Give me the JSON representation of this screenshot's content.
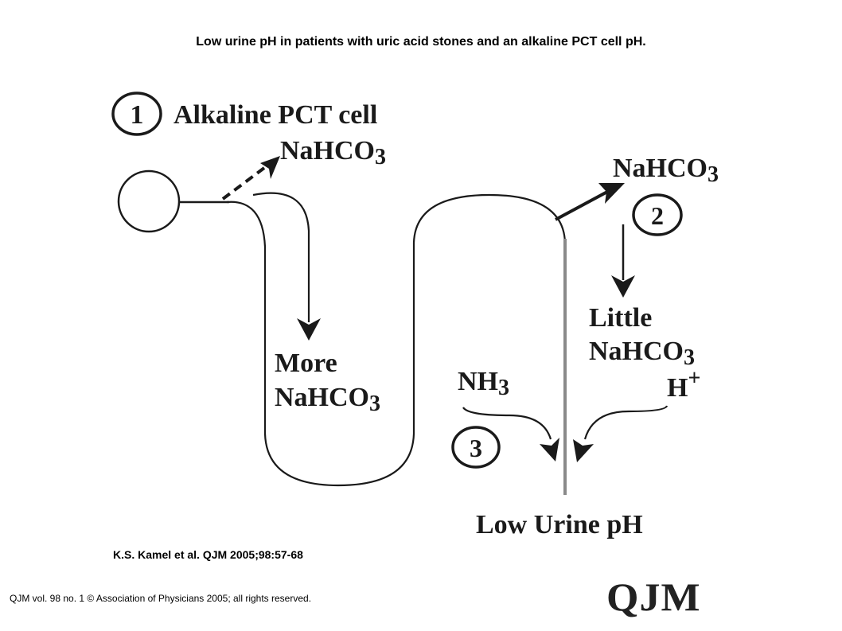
{
  "title": "Low urine pH in patients with uric acid stones and an alkaline PCT cell pH.",
  "steps": {
    "step1": {
      "number": "1",
      "label": "Alkaline PCT cell"
    },
    "step2": {
      "number": "2"
    },
    "step3": {
      "number": "3"
    }
  },
  "labels": {
    "nahco3_top": "NaHCO",
    "nahco3_right": "NaHCO",
    "more": "More",
    "more_nahco3": "NaHCO",
    "little": "Little",
    "little_nahco3": "NaHCO",
    "h_plus": "H",
    "h_plus_sup": "+",
    "nh3": "NH",
    "subscript_3": "3",
    "low_urine_ph": "Low Urine pH"
  },
  "citation": "K.S. Kamel et al. QJM 2005;98:57-68",
  "copyright": "QJM vol. 98 no. 1 © Association of Physicians 2005; all rights reserved.",
  "logo": "QJM"
}
